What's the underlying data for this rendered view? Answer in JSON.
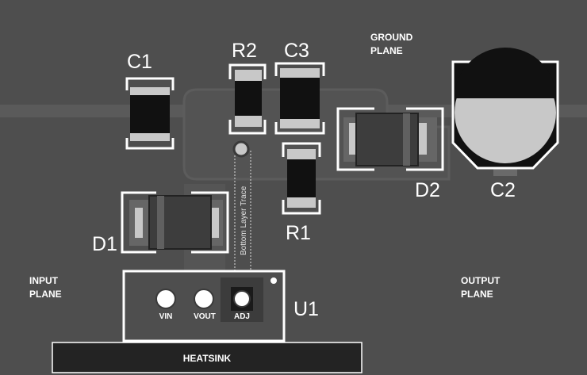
{
  "colors": {
    "board": "#4e4e4e",
    "plane_trace": "#5a5a5a",
    "silkscreen": "#ffffff",
    "pad": "#c8c8c8",
    "component_body": "#111111",
    "diode_body": "#3d3d3d",
    "heatsink": "#232323"
  },
  "labels": {
    "ground_plane": [
      "GROUND",
      "PLANE"
    ],
    "input_plane": [
      "INPUT",
      "PLANE"
    ],
    "output_plane": [
      "OUTPUT",
      "PLANE"
    ],
    "bottom_trace": "Bottom Layer Trace",
    "heatsink": "HEATSINK"
  },
  "components": {
    "C1": "C1",
    "R2": "R2",
    "C3": "C3",
    "D2": "D2",
    "C2": "C2",
    "R1": "R1",
    "D1": "D1",
    "U1": "U1"
  },
  "pins": {
    "vin": "VIN",
    "vout": "VOUT",
    "adj": "ADJ"
  }
}
